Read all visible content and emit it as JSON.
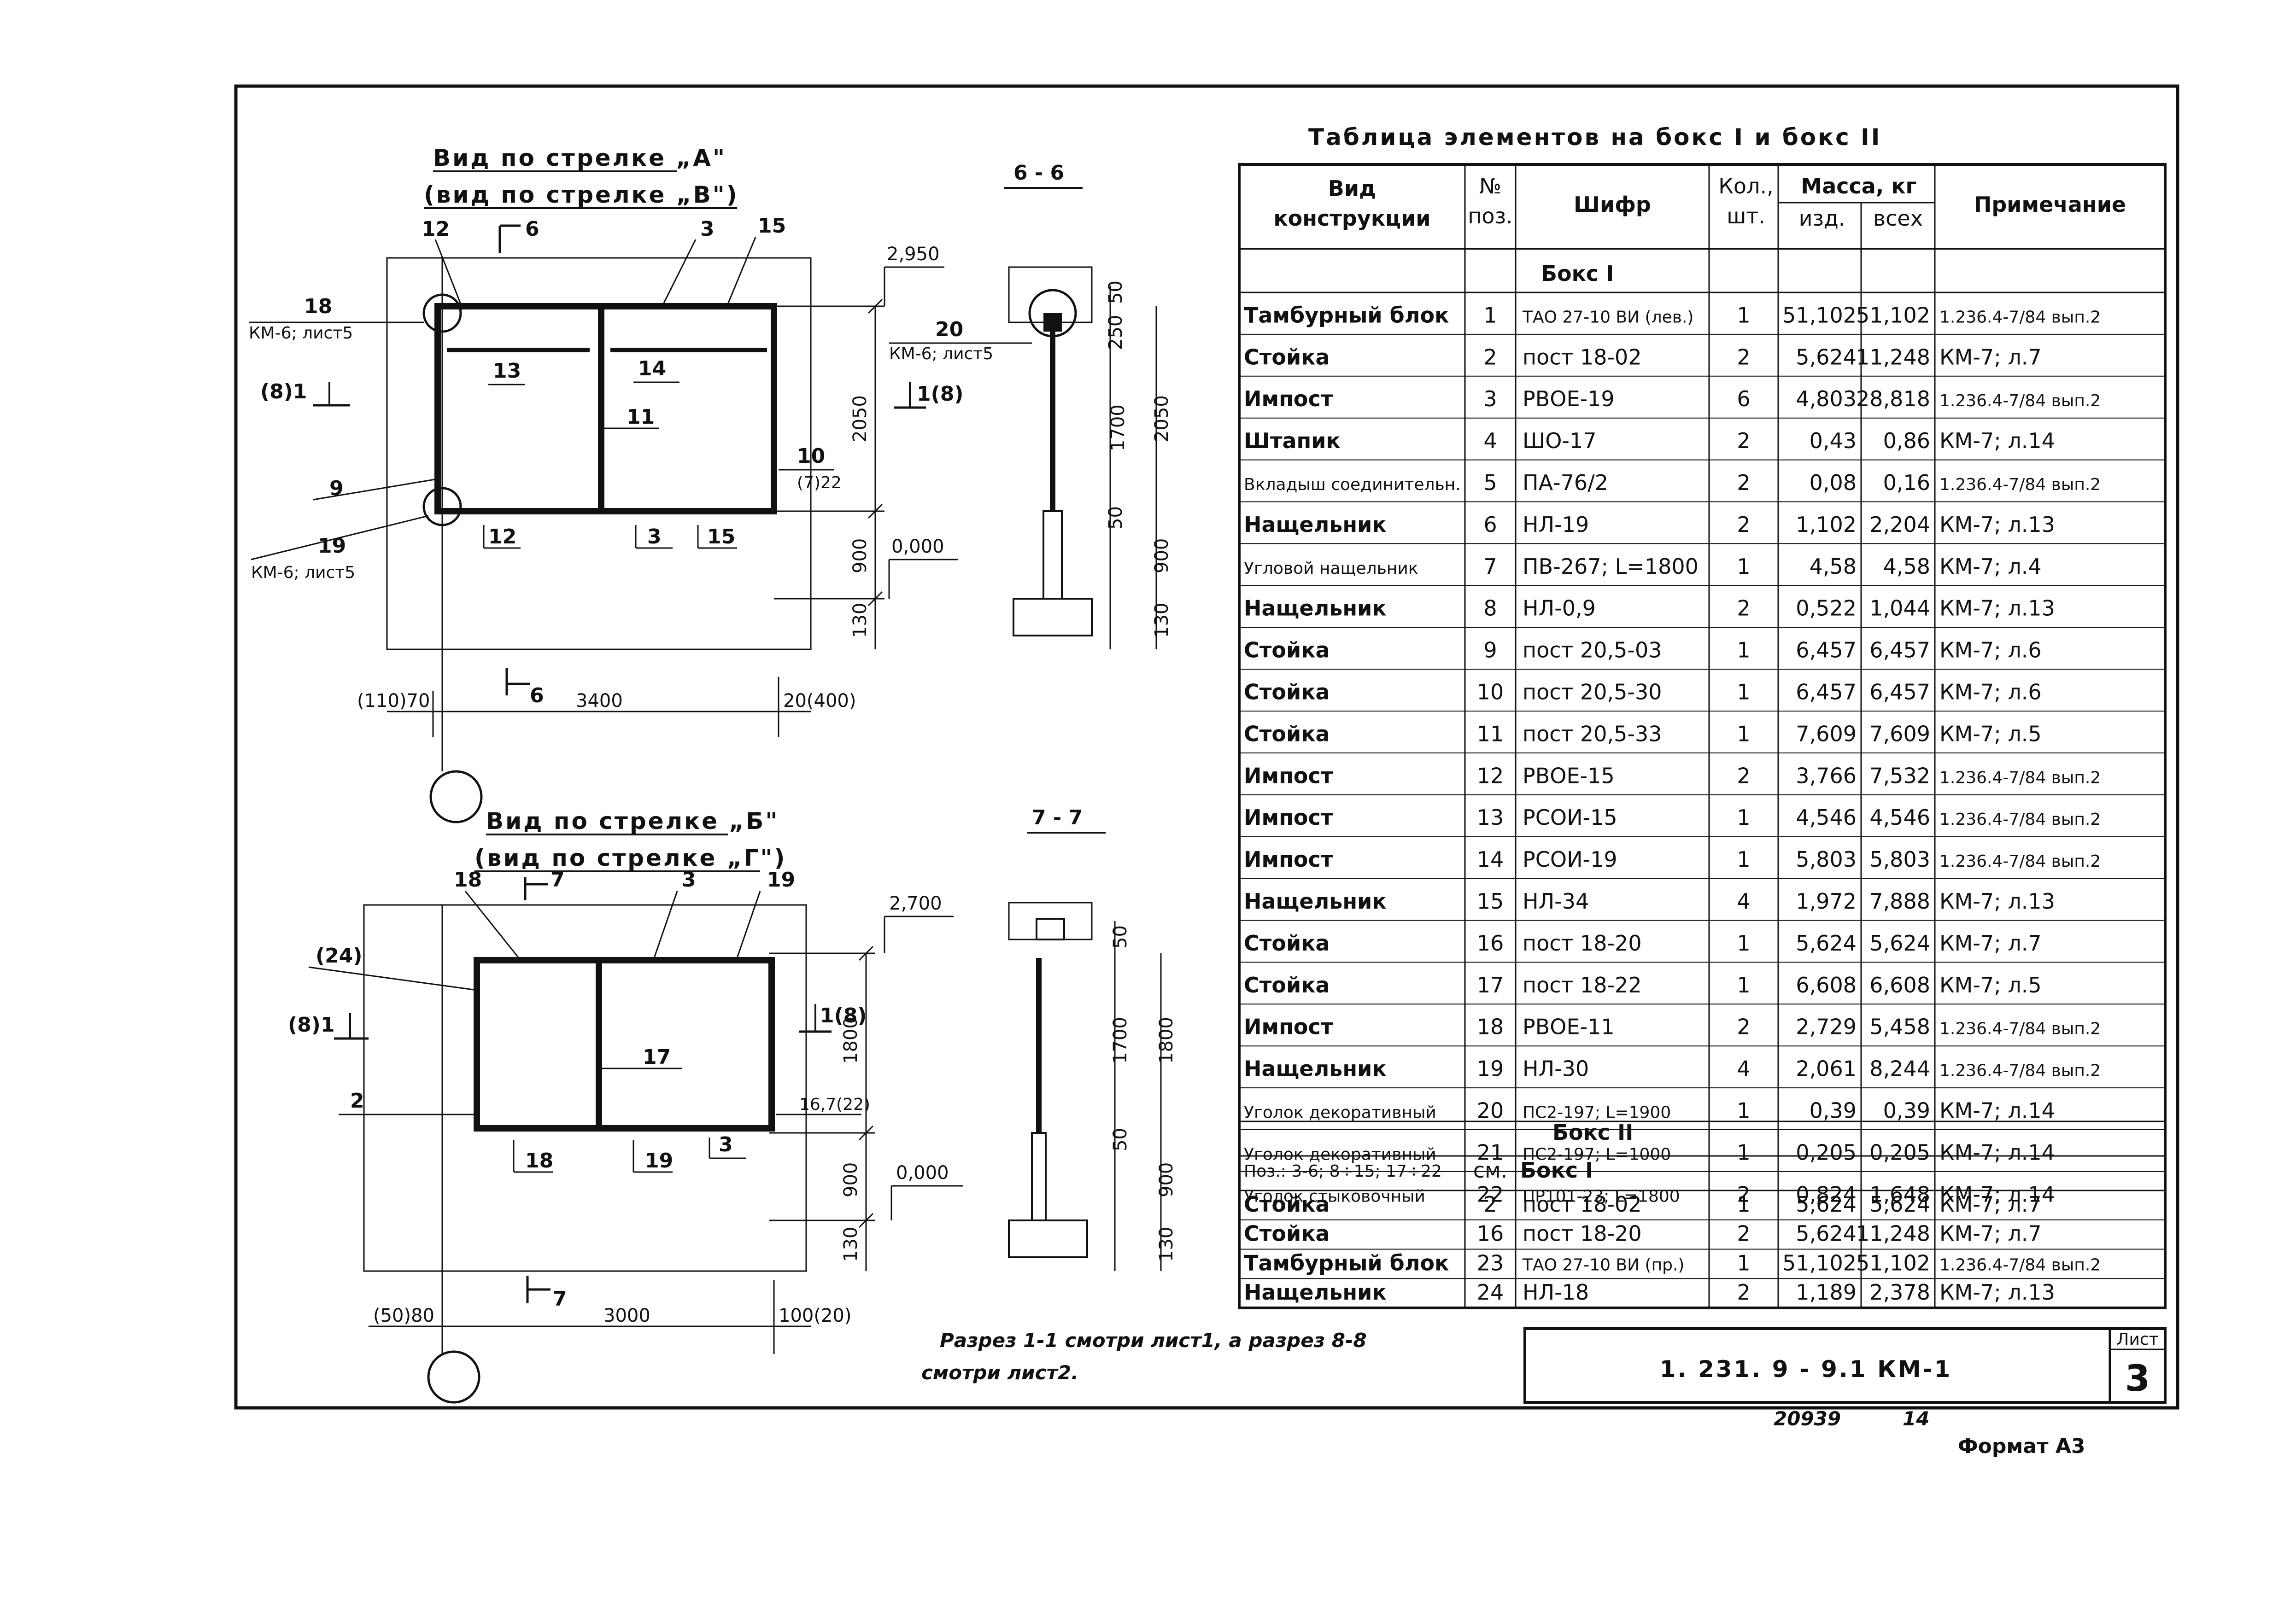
{
  "views": {
    "top": {
      "heading": "Вид по стрелке „А\"",
      "subheading": "(вид по стрелке „В\")",
      "callouts": {
        "c12a": "12",
        "c6": "6",
        "c3a": "3",
        "c15a": "15",
        "c18": "18",
        "km6a": "КМ-6; лист5",
        "arrow81": "(8)1",
        "c13": "13",
        "c14": "14",
        "c11": "11",
        "c10": "10",
        "c722": "(7)22",
        "c9": "9",
        "c19": "19",
        "km6b": "КМ-6; лист5",
        "c12b": "12",
        "c3b": "3",
        "c15b": "15",
        "c6b": "6"
      },
      "dims": {
        "h2050": "2050",
        "h900": "900",
        "h130": "130",
        "lvl2950": "2,950",
        "lvl0": "0,000",
        "left": "(110)70",
        "width": "3400",
        "right": "20(400)"
      }
    },
    "bottom": {
      "heading": "Вид по стрелке „Б\"",
      "subheading": "(вид по стрелке „Г\")",
      "callouts": {
        "c18a": "18",
        "c7": "7",
        "c3a": "3",
        "c19a": "19",
        "c24": "(24)",
        "arrow81": "(8)1",
        "c17": "17",
        "c2": "2",
        "arrow18": "1(8)",
        "c16722": "16,7(22)",
        "c18b": "18",
        "c19b": "19",
        "c3b": "3",
        "c7b": "7"
      },
      "dims": {
        "h1800": "1800",
        "h900": "900",
        "h130": "130",
        "lvl2700": "2,700",
        "lvl0": "0,000",
        "left": "(50)80",
        "width": "3000",
        "right": "100(20)"
      }
    }
  },
  "sections": {
    "s66": {
      "label": "6 - 6",
      "callout_num": "20",
      "callout_ref": "КМ-6; лист5",
      "arrow": "1(8)",
      "dims": {
        "d250": "250",
        "d50a": "50",
        "d1700": "1700",
        "d2050": "2050",
        "d50b": "50",
        "d900": "900",
        "d130": "130"
      }
    },
    "s77": {
      "label": "7 - 7",
      "dims": {
        "d50a": "50",
        "d1700": "1700",
        "d1800": "1800",
        "d50b": "50",
        "d900": "900",
        "d130": "130"
      }
    }
  },
  "notes": {
    "line1": "Разрез 1-1 смотри лист1, а разрез 8-8",
    "line2": "смотри лист2."
  },
  "table": {
    "title": "Таблица элементов на бокс I и бокс II",
    "headers": {
      "kind": [
        "Вид",
        "конструкции"
      ],
      "pos": [
        "№",
        "поз."
      ],
      "code": "Шифр",
      "qty": [
        "Кол.,",
        "шт."
      ],
      "mass": "Масса, кг",
      "mass_item": "изд.",
      "mass_total": "всех",
      "note": "Примечание"
    },
    "section1": "Бокс I",
    "rows1": [
      [
        "Тамбурный блок",
        "1",
        "ТАО 27-10 ВИ (лев.)",
        "1",
        "51,102",
        "51,102",
        "1.236.4-7/84 вып.2"
      ],
      [
        "Стойка",
        "2",
        "пост 18-02",
        "2",
        "5,624",
        "11,248",
        "КМ-7; л.7"
      ],
      [
        "Импост",
        "3",
        "РВОЕ-19",
        "6",
        "4,803",
        "28,818",
        "1.236.4-7/84 вып.2"
      ],
      [
        "Штапик",
        "4",
        "ШО-17",
        "2",
        "0,43",
        "0,86",
        "КМ-7; л.14"
      ],
      [
        "Вкладыш соединительн.",
        "5",
        "ПА-76/2",
        "2",
        "0,08",
        "0,16",
        "1.236.4-7/84 вып.2"
      ],
      [
        "Нащельник",
        "6",
        "НЛ-19",
        "2",
        "1,102",
        "2,204",
        "КМ-7; л.13"
      ],
      [
        "Угловой нащельник",
        "7",
        "ПВ-267; L=1800",
        "1",
        "4,58",
        "4,58",
        "КМ-7; л.4"
      ],
      [
        "Нащельник",
        "8",
        "НЛ-0,9",
        "2",
        "0,522",
        "1,044",
        "КМ-7; л.13"
      ],
      [
        "Стойка",
        "9",
        "пост 20,5-03",
        "1",
        "6,457",
        "6,457",
        "КМ-7; л.6"
      ],
      [
        "Стойка",
        "10",
        "пост 20,5-30",
        "1",
        "6,457",
        "6,457",
        "КМ-7; л.6"
      ],
      [
        "Стойка",
        "11",
        "пост 20,5-33",
        "1",
        "7,609",
        "7,609",
        "КМ-7; л.5"
      ],
      [
        "Импост",
        "12",
        "РВОЕ-15",
        "2",
        "3,766",
        "7,532",
        "1.236.4-7/84 вып.2"
      ],
      [
        "Импост",
        "13",
        "РСОИ-15",
        "1",
        "4,546",
        "4,546",
        "1.236.4-7/84 вып.2"
      ],
      [
        "Импост",
        "14",
        "РСОИ-19",
        "1",
        "5,803",
        "5,803",
        "1.236.4-7/84 вып.2"
      ],
      [
        "Нащельник",
        "15",
        "НЛ-34",
        "4",
        "1,972",
        "7,888",
        "КМ-7; л.13"
      ],
      [
        "Стойка",
        "16",
        "пост 18-20",
        "1",
        "5,624",
        "5,624",
        "КМ-7; л.7"
      ],
      [
        "Стойка",
        "17",
        "пост 18-22",
        "1",
        "6,608",
        "6,608",
        "КМ-7; л.5"
      ],
      [
        "Импост",
        "18",
        "РВОЕ-11",
        "2",
        "2,729",
        "5,458",
        "1.236.4-7/84 вып.2"
      ],
      [
        "Нащельник",
        "19",
        "НЛ-30",
        "4",
        "2,061",
        "8,244",
        "1.236.4-7/84 вып.2"
      ],
      [
        "Уголок декоративный",
        "20",
        "ПС2-197; L=1900",
        "1",
        "0,39",
        "0,39",
        "КМ-7; л.14"
      ],
      [
        "Уголок декоративный",
        "21",
        "ПС2-197; L=1000",
        "1",
        "0,205",
        "0,205",
        "КМ-7; л.14"
      ],
      [
        "Уголок стыковочный",
        "22",
        "ПР101-23; L=1800",
        "2",
        "0,824",
        "1,648",
        "КМ-7; л.14"
      ]
    ],
    "section2": "Бокс II",
    "ref_row": [
      "Поз.: 3-6; 8÷15; 17÷22",
      "см.",
      "Бокс I"
    ],
    "rows2": [
      [
        "Стойка",
        "2",
        "пост 18-02",
        "1",
        "5,624",
        "5,624",
        "КМ-7; л.7"
      ],
      [
        "Стойка",
        "16",
        "пост 18-20",
        "2",
        "5,624",
        "11,248",
        "КМ-7; л.7"
      ],
      [
        "Тамбурный блок",
        "23",
        "ТАО 27-10 ВИ (пр.)",
        "1",
        "51,102",
        "51,102",
        "1.236.4-7/84 вып.2"
      ],
      [
        "Нащельник",
        "24",
        "НЛ-18",
        "2",
        "1,189",
        "2,378",
        "КМ-7; л.13"
      ]
    ]
  },
  "stamp": {
    "code": "1. 231. 9 - 9.1 КМ-1",
    "sheet_label": "Лист",
    "sheet_no": "3"
  },
  "footer": {
    "number": "20939",
    "page": "14",
    "format": "Формат А3"
  }
}
